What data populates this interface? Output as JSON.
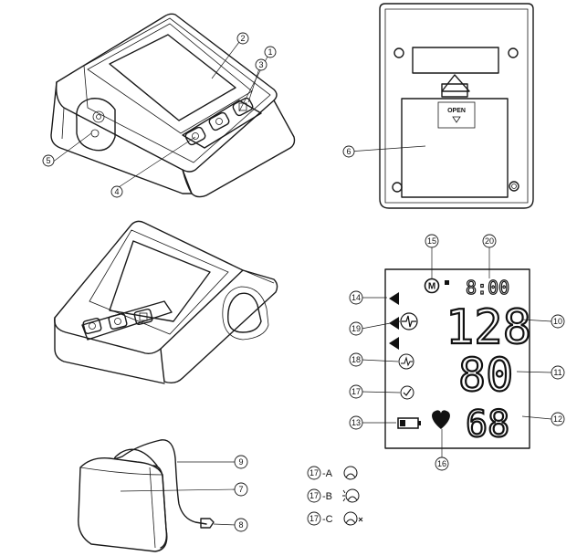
{
  "callouts": {
    "c1": "1",
    "c2": "2",
    "c3": "3",
    "c4": "4",
    "c5": "5",
    "c6": "6",
    "c7": "7",
    "c8": "8",
    "c9": "9",
    "c10": "10",
    "c11": "11",
    "c12": "12",
    "c13": "13",
    "c14": "14",
    "c15": "15",
    "c16": "16",
    "c17": "17",
    "c18": "18",
    "c19": "19",
    "c20": "20"
  },
  "back_panel": {
    "open_label": "OPEN"
  },
  "lcd": {
    "memory_icon": "M",
    "time": "8:00",
    "systolic": "128",
    "diastolic": "80",
    "pulse": "68"
  },
  "cuff_variants": [
    {
      "label": "-A",
      "icon": "cuff-ok-icon"
    },
    {
      "label": "-B",
      "icon": "cuff-loose-icon"
    },
    {
      "label": "-C",
      "icon": "cuff-error-icon"
    }
  ],
  "icons": [
    "memory-icon",
    "start-icon",
    "power-icon",
    "heart-icon",
    "battery-icon",
    "irregular-heartbeat-icon",
    "cuff-check-icon",
    "arrow-indicator-icon"
  ]
}
